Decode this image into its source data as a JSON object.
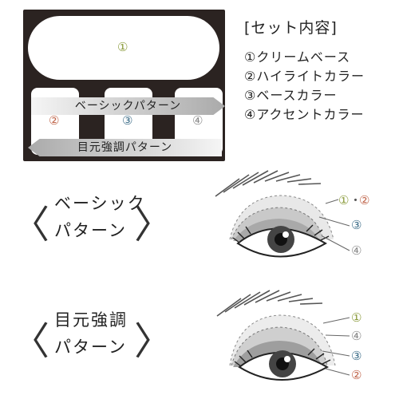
{
  "palette": {
    "well_top_label": "①",
    "well_2_label": "②",
    "well_3_label": "③",
    "well_4_label": "④",
    "arrow_basic": "ベーシックパターン",
    "arrow_emphasis": "目元強調パターン",
    "colors": {
      "case": "#2b2321",
      "num_1": "#8a9a3a",
      "num_2": "#c0654a",
      "num_3": "#3f6f8a",
      "num_4": "#8a8a8a"
    }
  },
  "set_contents": {
    "title": "[セット内容]",
    "items": [
      "①クリームベース",
      "②ハイライトカラー",
      "③ベースカラー",
      "④アクセントカラー"
    ]
  },
  "basic_pattern": {
    "bracket_left": "〈",
    "bracket_right": "〉",
    "line1": "ベーシック",
    "line2": "パターン",
    "labels": {
      "a": "①",
      "dot": "・",
      "b": "②",
      "c": "③",
      "d": "④"
    }
  },
  "emphasis_pattern": {
    "bracket_left": "〈",
    "bracket_right": "〉",
    "line1": "目元強調",
    "line2": "パターン",
    "labels": {
      "a": "①",
      "b": "④",
      "c": "③",
      "d": "②"
    }
  }
}
